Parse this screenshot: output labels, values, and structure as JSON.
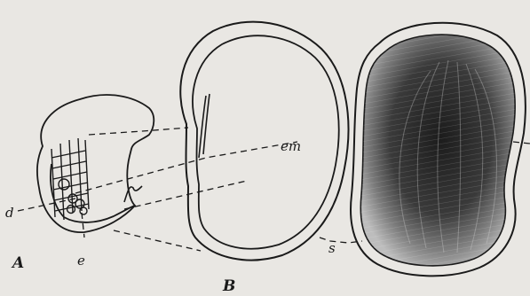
{
  "labels": {
    "A": "A",
    "B": "B",
    "em": "em",
    "d": "d",
    "e": "e",
    "s": "s"
  },
  "colors": {
    "background": "#e9e7e3",
    "ink": "#1a1a1a",
    "seed_fill_dark": "#2b2b2b",
    "seed_fill_light": "#9a9a9a"
  }
}
